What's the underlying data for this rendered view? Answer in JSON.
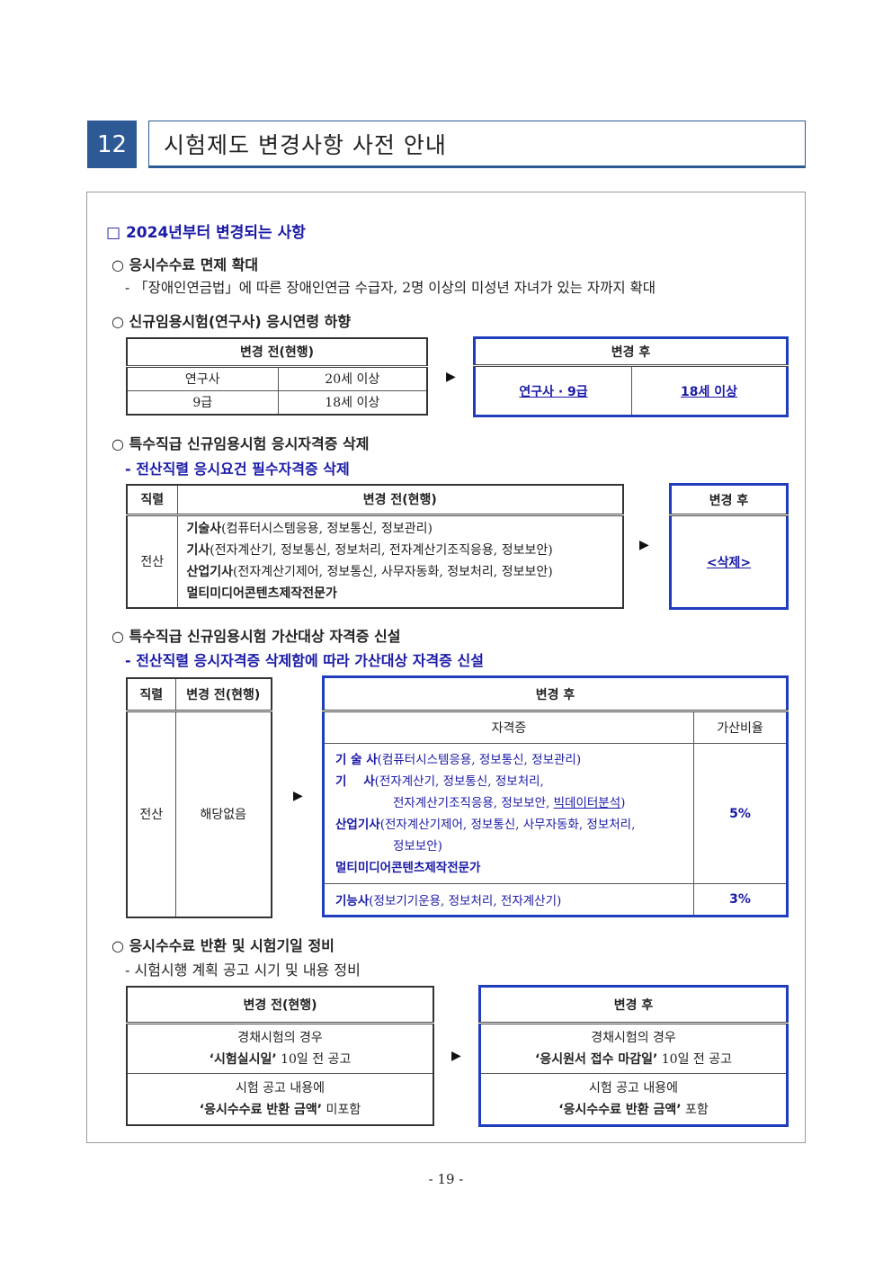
{
  "section": {
    "number": "12",
    "title": "시험제도 변경사항 사전 안내"
  },
  "intro_heading": "□ 2024년부터 변경되는 사항",
  "item1": {
    "heading": "○ 응시수수료 면제 확대",
    "desc": "- 「장애인연금법」에 따른 장애인연금 수급자, 2명 이상의 미성년 자녀가 있는 자까지 확대"
  },
  "item2": {
    "heading": "○ 신규임용시험(연구사) 응시연령 하향",
    "before_header": "변경 전(현행)",
    "before_rows": [
      [
        "연구사",
        "20세 이상"
      ],
      [
        "9급",
        "18세 이상"
      ]
    ],
    "after_header": "변경 후",
    "after_left": "연구사 · 9급",
    "after_right": "18세 이상"
  },
  "item3": {
    "heading": "○ 특수직급 신규임용시험 응시자격증 삭제",
    "subheading": "- 전산직렬 응시요건 필수자격증 삭제",
    "col_job": "직렬",
    "col_before": "변경 전(현행)",
    "col_after": "변경 후",
    "job": "전산",
    "lines": [
      {
        "bold": "기술사",
        "rest": "(컴퓨터시스템응용, 정보통신, 정보관리)"
      },
      {
        "bold": "기사",
        "rest": "(전자계산기, 정보통신, 정보처리, 전자계산기조직응용, 정보보안)"
      },
      {
        "bold": "산업기사",
        "rest": "(전자계산기제어, 정보통신, 사무자동화, 정보처리, 정보보안)"
      },
      {
        "bold": "멀티미디어콘텐츠제작전문가",
        "rest": ""
      }
    ],
    "after_value": "<삭제>"
  },
  "item4": {
    "heading": "○ 특수직급 신규임용시험 가산대상 자격증 신설",
    "subheading": "- 전산직렬 응시자격증 삭제함에 따라 가산대상 자격증 신설",
    "col_job": "직렬",
    "col_before": "변경 전(현행)",
    "col_after": "변경 후",
    "sub_col_cert": "자격증",
    "sub_col_rate": "가산비율",
    "job": "전산",
    "before_value": "해당없음",
    "cert_group1": {
      "l1_bold": "기 술 사",
      "l1_rest": "(컴퓨터시스템응용, 정보통신, 정보관리)",
      "l2_bold": "기    사",
      "l2_rest": "(전자계산기, 정보통신, 정보처리,",
      "l3_rest": "전자계산기조직응용, 정보보안, ",
      "l3_ul": "빅데이터분석",
      "l3_end": ")",
      "l4_bold": "산업기사",
      "l4_rest": "(전자계산기제어, 정보통신, 사무자동화, 정보처리,",
      "l5_rest": "정보보안)",
      "l6_bold": "멀티미디어콘텐츠제작전문가",
      "rate": "5%"
    },
    "cert_group2": {
      "bold": "기능사",
      "rest": "(정보기기운용, 정보처리, 전자계산기)",
      "rate": "3%"
    }
  },
  "item5": {
    "heading": "○ 응시수수료 반환 및 시험기일 정비",
    "subheading": "- 시험시행 계획 공고 시기 및 내용 정비",
    "before_header": "변경 전(현행)",
    "after_header": "변경 후",
    "before_r1_l1": "경채시험의 경우",
    "before_r1_bold": "‘시험실시일’",
    "before_r1_rest": " 10일 전 공고",
    "before_r2_l1": "시험 공고 내용에",
    "before_r2_bold": "‘응시수수료 반환 금액’",
    "before_r2_rest": " 미포함",
    "after_r1_l1": "경채시험의 경우",
    "after_r1_bold": "‘응시원서 접수 마감일’",
    "after_r1_rest": " 10일 전 공고",
    "after_r2_l1": "시험 공고 내용에",
    "after_r2_bold": "‘응시수수료 반환 금액’",
    "after_r2_rest": " 포함"
  },
  "arrow": "▶",
  "page_number": "- 19 -"
}
